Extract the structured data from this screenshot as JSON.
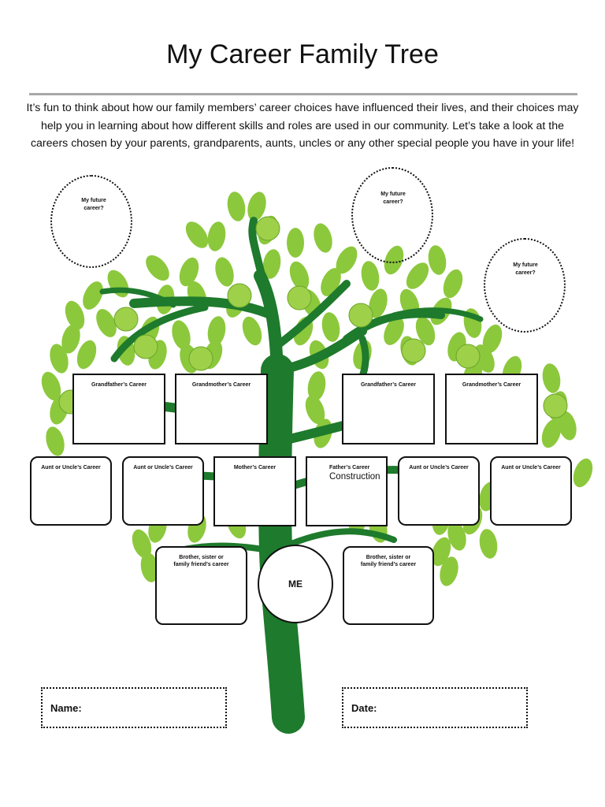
{
  "title": "My Career Family  Tree",
  "intro": "It’s fun to think about how our family members’ career choices have influenced their lives, and their choices may help you in learning about how different skills and roles are used in our community. Let’s take a look at the careers chosen by your parents, grandparents, aunts, uncles or any other special people you have in your life!",
  "future_careers": [
    {
      "label": "My future career?"
    },
    {
      "label": "My future career?"
    },
    {
      "label": "My future career?"
    }
  ],
  "grandparents": [
    {
      "label": "Grandfather’s Career",
      "value": ""
    },
    {
      "label": "Grandmother’s Career",
      "value": ""
    },
    {
      "label": "Grandfather’s Career",
      "value": ""
    },
    {
      "label": "Grandmother’s Career",
      "value": ""
    }
  ],
  "parents_row": [
    {
      "label": "Aunt or Uncle’s Career",
      "value": ""
    },
    {
      "label": "Aunt or Uncle’s Career",
      "value": ""
    },
    {
      "label": "Mother’s Career",
      "value": ""
    },
    {
      "label": "Father’s Career",
      "value": "Construction"
    },
    {
      "label": "Aunt or Uncle’s Career",
      "value": ""
    },
    {
      "label": "Aunt or Uncle’s Career",
      "value": ""
    }
  ],
  "siblings": [
    {
      "label": "Brother, sister or family friend’s career"
    },
    {
      "label": "Brother, sister or family friend’s career"
    }
  ],
  "me_label": "ME",
  "name_label": "Name:",
  "date_label": "Date:",
  "colors": {
    "trunk": "#1e7a2c",
    "leaf": "#8cc83c",
    "leaf_light": "#9ed04a"
  }
}
